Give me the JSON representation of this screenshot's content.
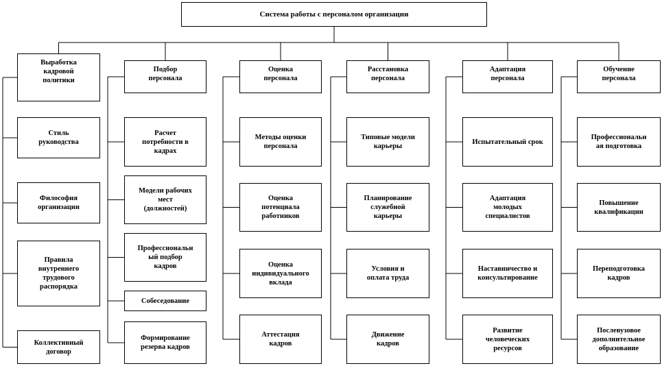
{
  "root": "Система работы с персоналом организации",
  "columns": [
    {
      "head": "Выработка\nкадровой\nполитики",
      "items": [
        "Стиль\nруководства",
        "Философия\nорганизации",
        "Правила\nвнутреннего\nтрудового\nраспорядка",
        "Коллективный\nдоговор"
      ]
    },
    {
      "head": "Подбор\nперсонала",
      "items": [
        "Расчет\nпотребности в\nкадрах",
        "Модели рабочих\nмест\n(должностей)",
        "Профессиональн\nый подбор\nкадров",
        "Собеседование",
        "Формирование\nрезерва кадров"
      ]
    },
    {
      "head": "Оценка\nперсонала",
      "items": [
        "Методы оценки\nперсонала",
        "Оценка\nпотенциала\nработников",
        "Оценка\nиндивидуального\nвклада",
        "Аттестация\nкадров"
      ]
    },
    {
      "head": "Расстановка\nперсонала",
      "items": [
        "Типовые модели\nкарьеры",
        "Планирование\nслужебной\nкарьеры",
        "Условия и\nоплата труда",
        "Движение\nкадров"
      ]
    },
    {
      "head": "Адаптация\nперсонала",
      "items": [
        "Испытательный срок",
        "Адаптация\nмолодых\nспециалистов",
        "Наставничество   и\nконсультирование",
        "Развитие\nчеловеческих\nресурсов"
      ]
    },
    {
      "head": "Обучение\nперсонала",
      "items": [
        "Профессиональн\nая подготовка",
        "Повышение\nквалификации",
        "Переподготовка\nкадров",
        "Послевузовое\nдополнительное\nобразование"
      ]
    }
  ]
}
